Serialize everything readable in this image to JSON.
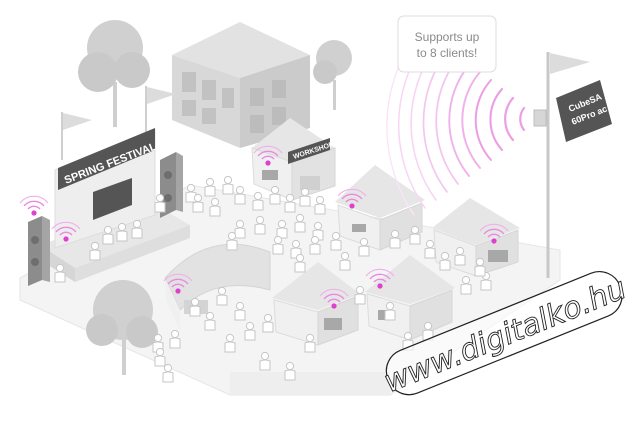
{
  "callout": {
    "line1": "Supports up",
    "line2": "to 8 clients!"
  },
  "labels": {
    "stage_banner": "SPRING FESTIVAL",
    "workshop_sign": "WORKSHOP",
    "device_line1": "CubeSA",
    "device_line2": "60Pro ac"
  },
  "watermark": "www.digitalko.hu",
  "colors": {
    "accent": "#e040d0",
    "signal": "#e98ae0",
    "dark_sign": "#555555",
    "structure": "#ececec",
    "tree": "#c9c9c9"
  }
}
